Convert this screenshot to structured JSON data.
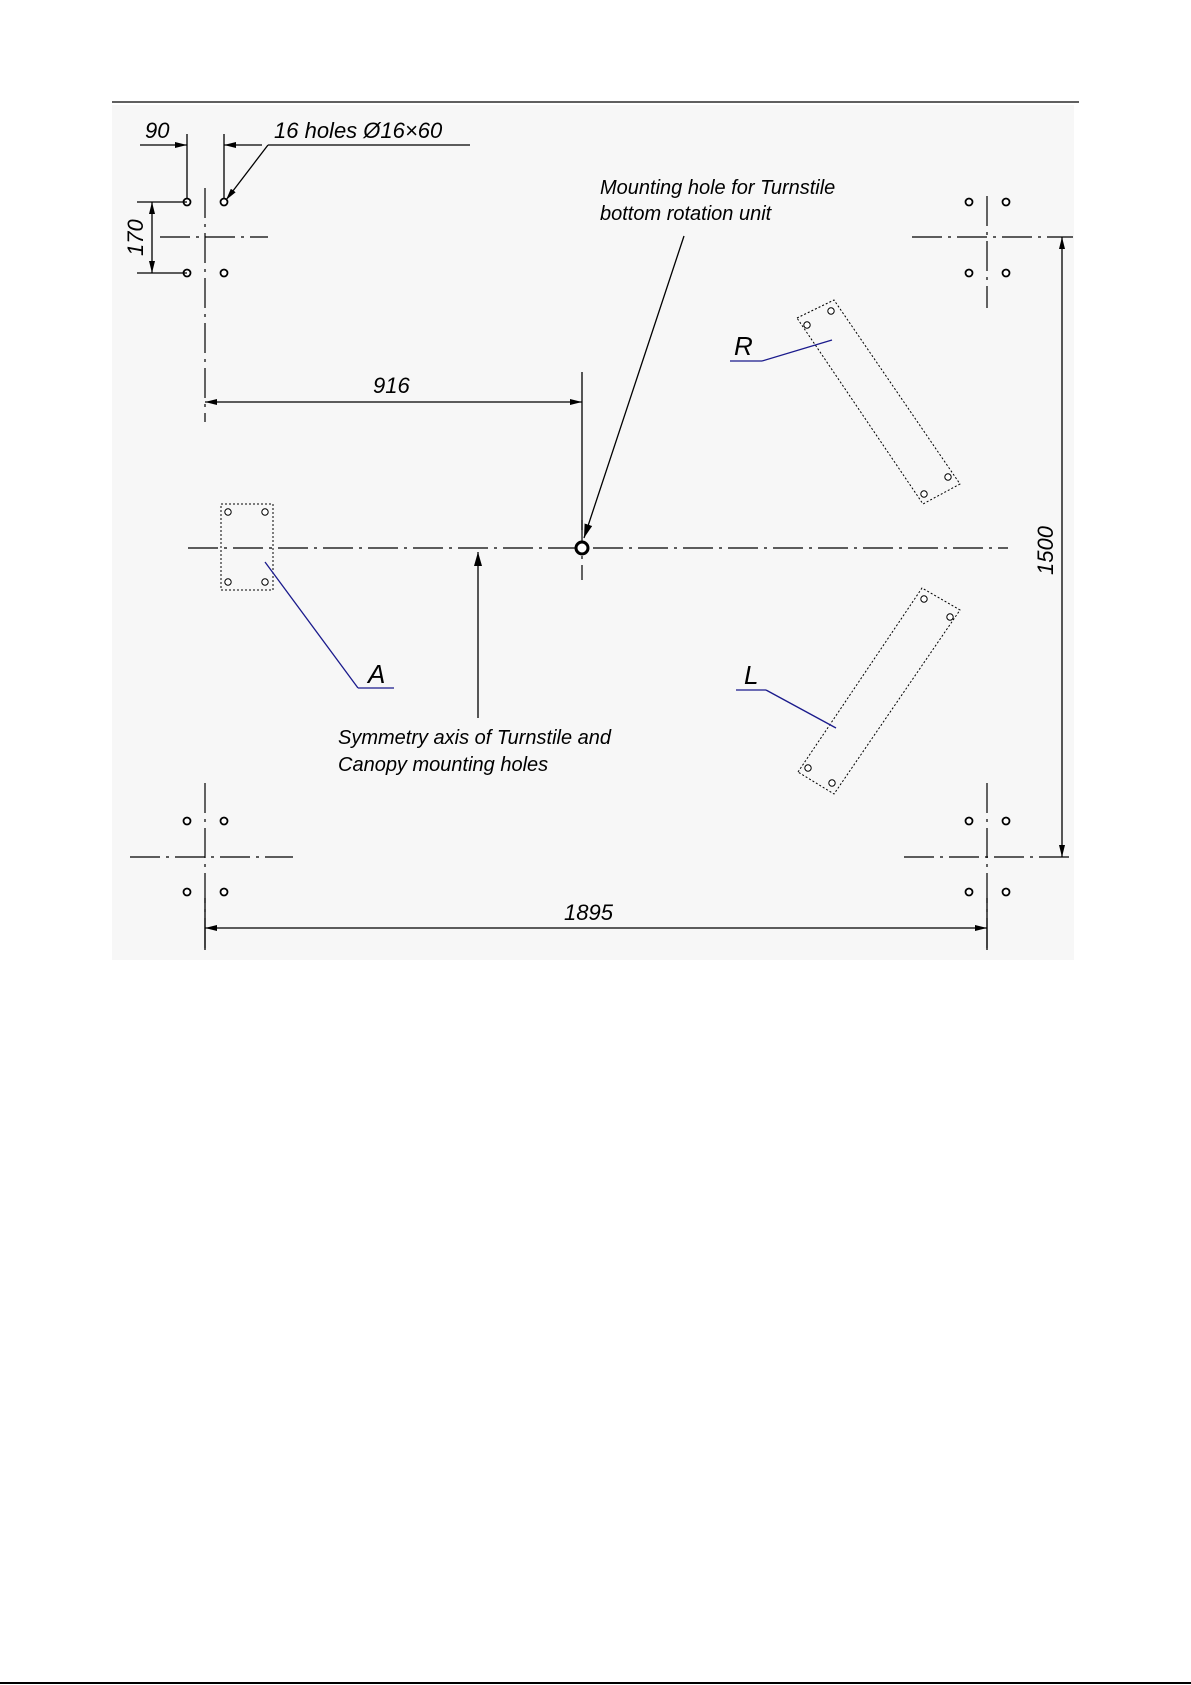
{
  "dimensions": {
    "d90": "90",
    "d170": "170",
    "d916": "916",
    "d1500": "1500",
    "d1895": "1895"
  },
  "notes": {
    "holes": "16 holes Ø16×60",
    "mount_line1": "Mounting hole for Turnstile",
    "mount_line2": "bottom rotation unit",
    "axis_line1": "Symmetry axis of Turnstile and",
    "axis_line2": "Canopy mounting holes"
  },
  "labels": {
    "a": "A",
    "r": "R",
    "l": "L"
  }
}
